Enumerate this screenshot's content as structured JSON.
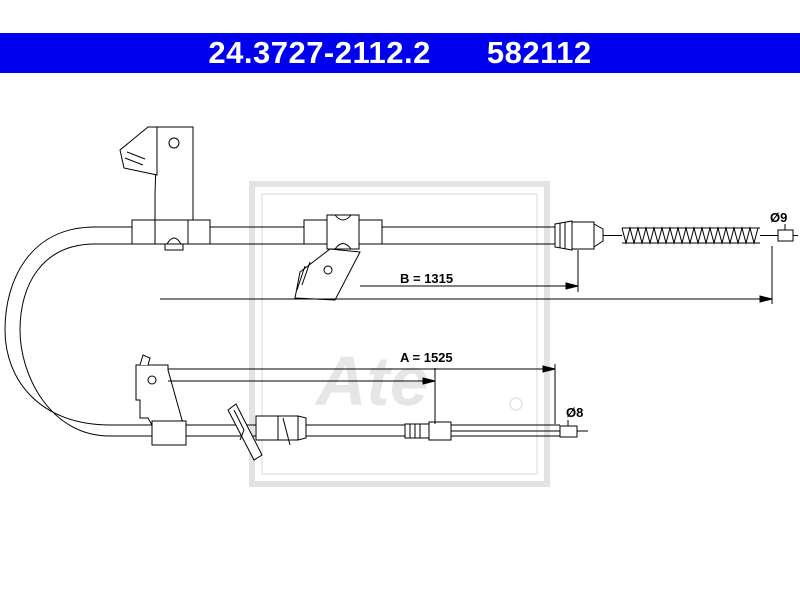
{
  "header": {
    "part_number": "24.3727-2112.2",
    "code": "582112"
  },
  "dimensions": {
    "b_label": "B = 1315",
    "a_label": "A = 1525",
    "diameter_upper": "Ø9",
    "diameter_lower": "Ø8"
  },
  "watermark": {
    "logo_text": "Ate"
  },
  "colors": {
    "header_background": "#0000ee",
    "header_text": "#ffffff",
    "line": "#000000",
    "watermark": "#e6e6e6"
  }
}
